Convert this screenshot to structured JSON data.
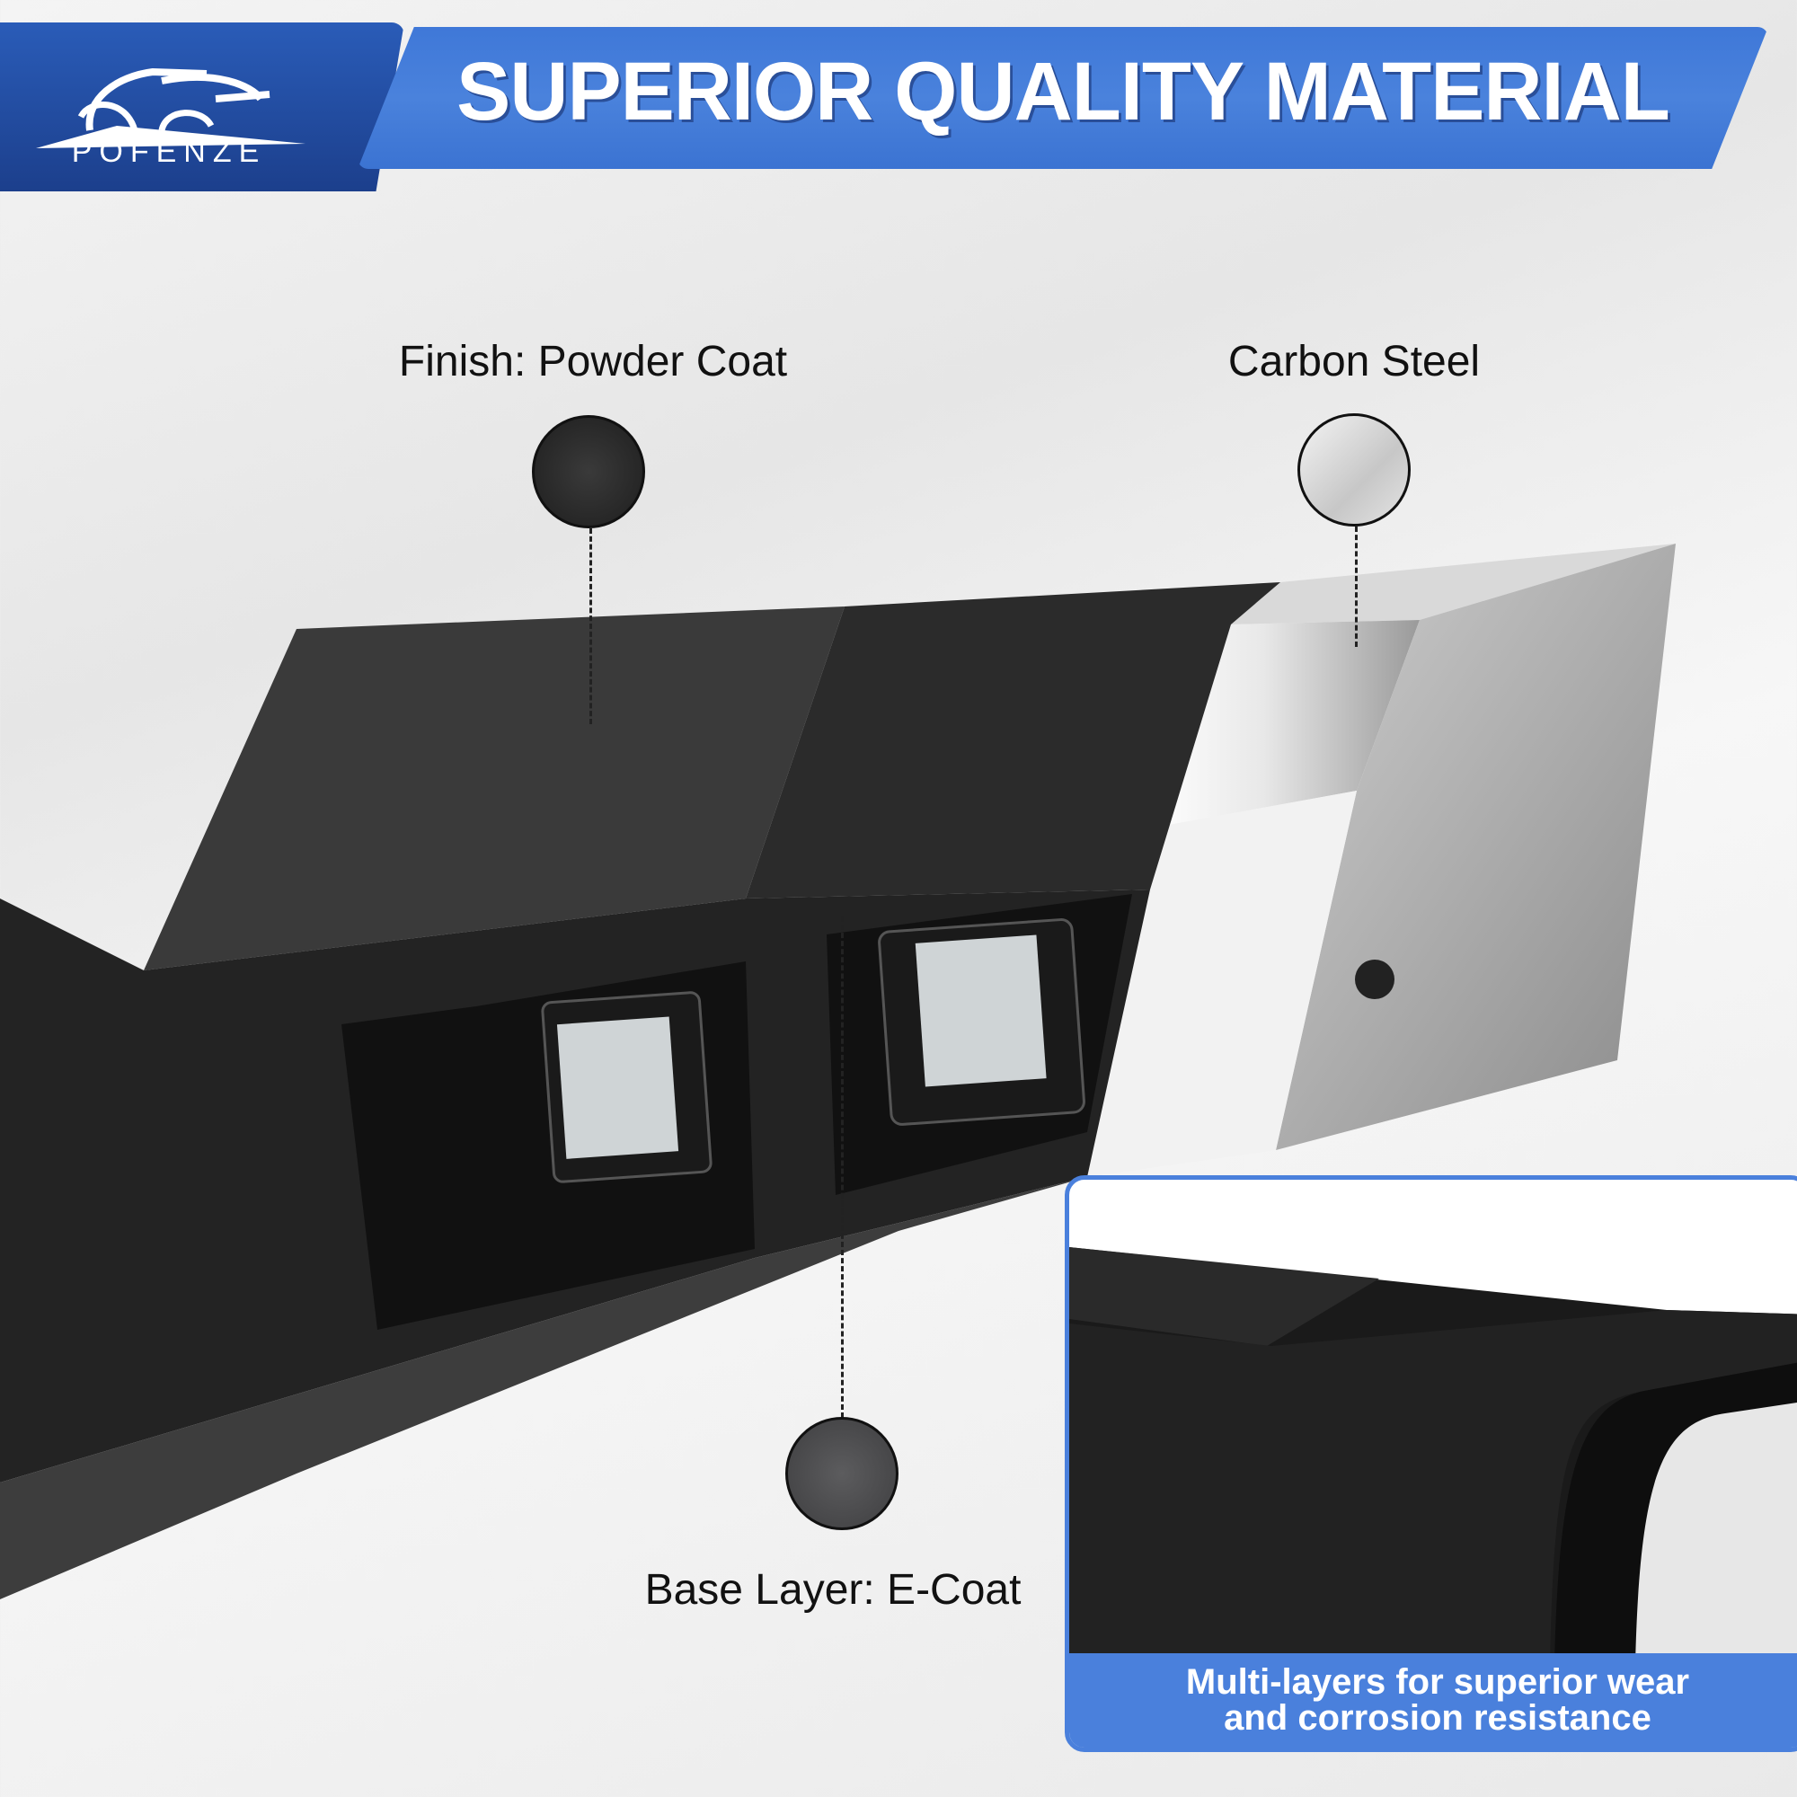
{
  "brand": {
    "name": "POFENZE"
  },
  "header": {
    "title": "SUPERIOR QUALITY MATERIAL"
  },
  "callouts": {
    "powder_coat": "Finish: Powder Coat",
    "carbon_steel": "Carbon Steel",
    "e_coat": "Base Layer: E-Coat"
  },
  "inset": {
    "caption_line1": "Multi-layers for superior wear",
    "caption_line2": "and corrosion resistance"
  },
  "colors": {
    "accent": "#4a80dc",
    "brand_dark": "#1c3f8c"
  }
}
